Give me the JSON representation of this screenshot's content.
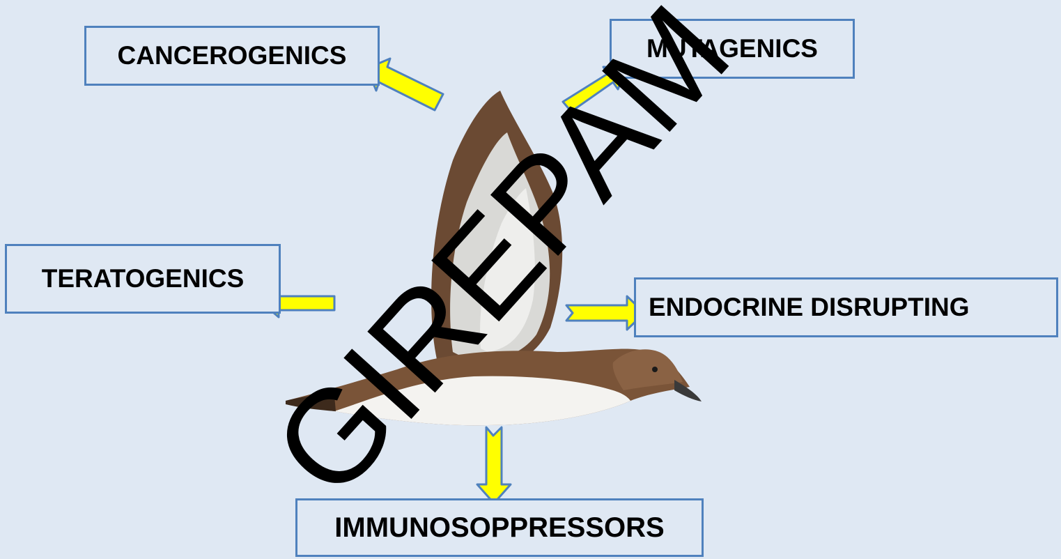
{
  "labels": {
    "cancerogenics": "CANCEROGENICS",
    "mutagenics": "MUTAGENICS",
    "teratogenics": "TERATOGENICS",
    "endocrine": "ENDOCRINE DISRUPTING",
    "immuno": "IMMUNOSOPPRESSORS"
  },
  "watermark": "GIREPAM",
  "colors": {
    "background": "#dfe8f3",
    "box_border": "#4f81bd",
    "arrow_fill": "#ffff00",
    "arrow_stroke": "#4f81bd"
  },
  "icons": {
    "center_image": "shearwater-bird-icon",
    "arrow": "block-arrow-icon"
  }
}
